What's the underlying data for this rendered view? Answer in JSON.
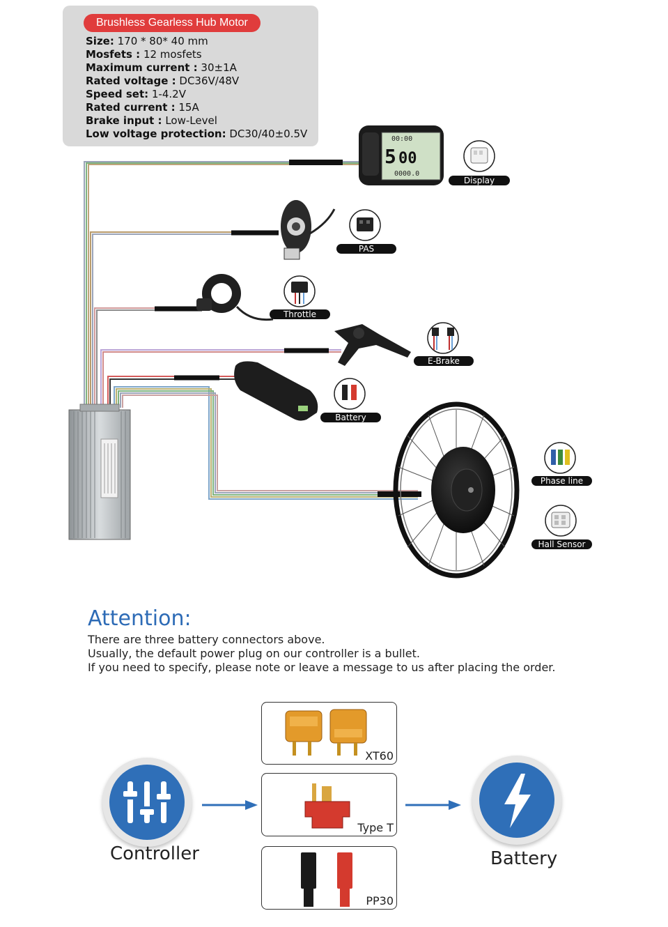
{
  "specs": {
    "title": "Brushless Gearless Hub Motor",
    "rows": [
      {
        "key": "Size:",
        "value": " 170 * 80* 40 mm"
      },
      {
        "key": "Mosfets :",
        "value": " 12 mosfets"
      },
      {
        "key": "Maximum current :",
        "value": " 30±1A"
      },
      {
        "key": "Rated voltage :",
        "value": " DC36V/48V"
      },
      {
        "key": "Speed set:",
        "value": " 1-4.2V"
      },
      {
        "key": "Rated current :",
        "value": " 15A"
      },
      {
        "key": "Brake input :",
        "value": " Low-Level"
      },
      {
        "key": "Low voltage protection:",
        "value": " DC30/40±0.5V"
      }
    ]
  },
  "display": {
    "speed": "5",
    "digits": "00",
    "top": "00:00",
    "bottom": "0000.0"
  },
  "connectors": {
    "display": "Display",
    "pas": "PAS",
    "throttle": "Throttle",
    "ebrake": "E-Brake",
    "battery": "Battery",
    "phase": "Phase line",
    "hall": "Hall Sensor"
  },
  "colors": {
    "accent_blue": "#2f6fb8",
    "title_red": "#e03c3c",
    "plug_orange": "#e39a2a",
    "plug_red": "#d43a2e"
  },
  "attention": {
    "title": "Attention:",
    "lines": [
      "There are three battery connectors above.",
      "Usually, the default power plug on our controller is a bullet.",
      "If you need to specify, please note or leave a message to us after placing the order."
    ]
  },
  "flow": {
    "controller": "Controller",
    "battery": "Battery",
    "plugs": [
      "XT60",
      "Type T",
      "PP30"
    ],
    "controller_icon": "sliders-icon",
    "battery_icon": "lightning-icon"
  }
}
